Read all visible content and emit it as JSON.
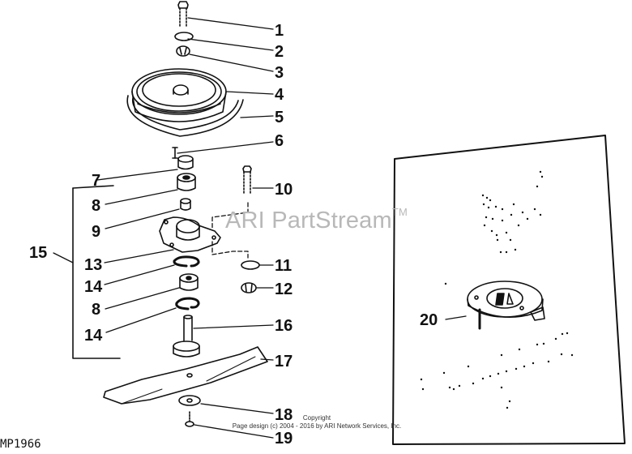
{
  "diagram": {
    "watermark": "ARI PartStream",
    "watermark_tm": "TM",
    "copyright_line1": "Copyright",
    "copyright_line2": "Page design (c) 2004 - 2016 by ARI Network Services, Inc.",
    "figure_id": "MP1966",
    "callouts": [
      {
        "id": "1",
        "label": "1",
        "part": "cap-screw"
      },
      {
        "id": "2",
        "label": "2",
        "part": "lock-washer"
      },
      {
        "id": "3",
        "label": "3",
        "part": "nut"
      },
      {
        "id": "4",
        "label": "4",
        "part": "pulley"
      },
      {
        "id": "5",
        "label": "5",
        "part": "belt-guide"
      },
      {
        "id": "6",
        "label": "6",
        "part": "key"
      },
      {
        "id": "7",
        "label": "7",
        "part": "spacer"
      },
      {
        "id": "8a",
        "label": "8",
        "part": "bearing-upper"
      },
      {
        "id": "9",
        "label": "9",
        "part": "spacer-tube"
      },
      {
        "id": "10",
        "label": "10",
        "part": "cap-screw"
      },
      {
        "id": "11",
        "label": "11",
        "part": "lock-washer"
      },
      {
        "id": "12",
        "label": "12",
        "part": "nut"
      },
      {
        "id": "13",
        "label": "13",
        "part": "spindle-housing"
      },
      {
        "id": "14a",
        "label": "14",
        "part": "snap-ring-upper"
      },
      {
        "id": "8b",
        "label": "8",
        "part": "bearing-lower"
      },
      {
        "id": "14b",
        "label": "14",
        "part": "snap-ring-lower"
      },
      {
        "id": "15",
        "label": "15",
        "part": "spindle-assembly"
      },
      {
        "id": "16",
        "label": "16",
        "part": "spindle-shaft"
      },
      {
        "id": "17",
        "label": "17",
        "part": "mower-blade"
      },
      {
        "id": "18",
        "label": "18",
        "part": "washer"
      },
      {
        "id": "19",
        "label": "19",
        "part": "blade-bolt"
      },
      {
        "id": "20",
        "label": "20",
        "part": "spindle-cover"
      }
    ]
  },
  "colors": {
    "line": "#111111",
    "watermark": "#b8b8b8",
    "background": "#ffffff"
  }
}
